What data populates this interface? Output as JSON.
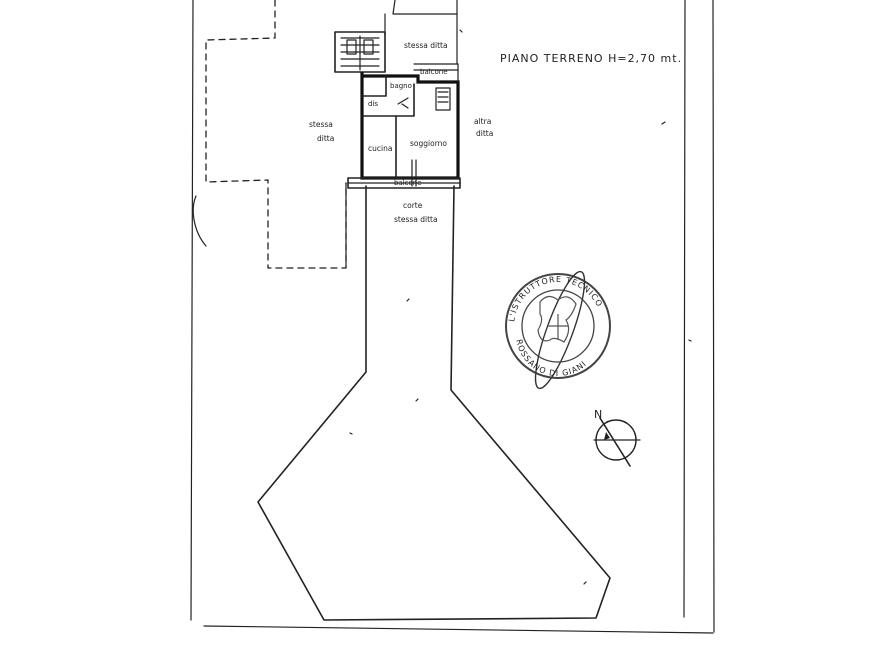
{
  "title": "PIANO TERRENO H=2,70 mt.",
  "rooms": {
    "cucina": "cucina",
    "soggiorno": "soggiorno",
    "bagno": "bagno",
    "disimpegno": "dis",
    "balcone_top": "balcone",
    "balcone_bottom": "balcone"
  },
  "areas": {
    "stessa_ditta_top": "stessa ditta",
    "stessa_ditta_left": [
      "stessa",
      "ditta"
    ],
    "altra_ditta": [
      "altra",
      "ditta"
    ],
    "corte_stessa_ditta": [
      "corte",
      "stessa ditta"
    ]
  },
  "compass": {
    "label": "N"
  },
  "stamp": {
    "top_text": "L'ISTRUTTORE TECNICO",
    "bottom_text": "ROSSANO DI GIANI",
    "ink_color": "#444444"
  },
  "colors": {
    "ink": "#222222",
    "paper": "#ffffff"
  }
}
